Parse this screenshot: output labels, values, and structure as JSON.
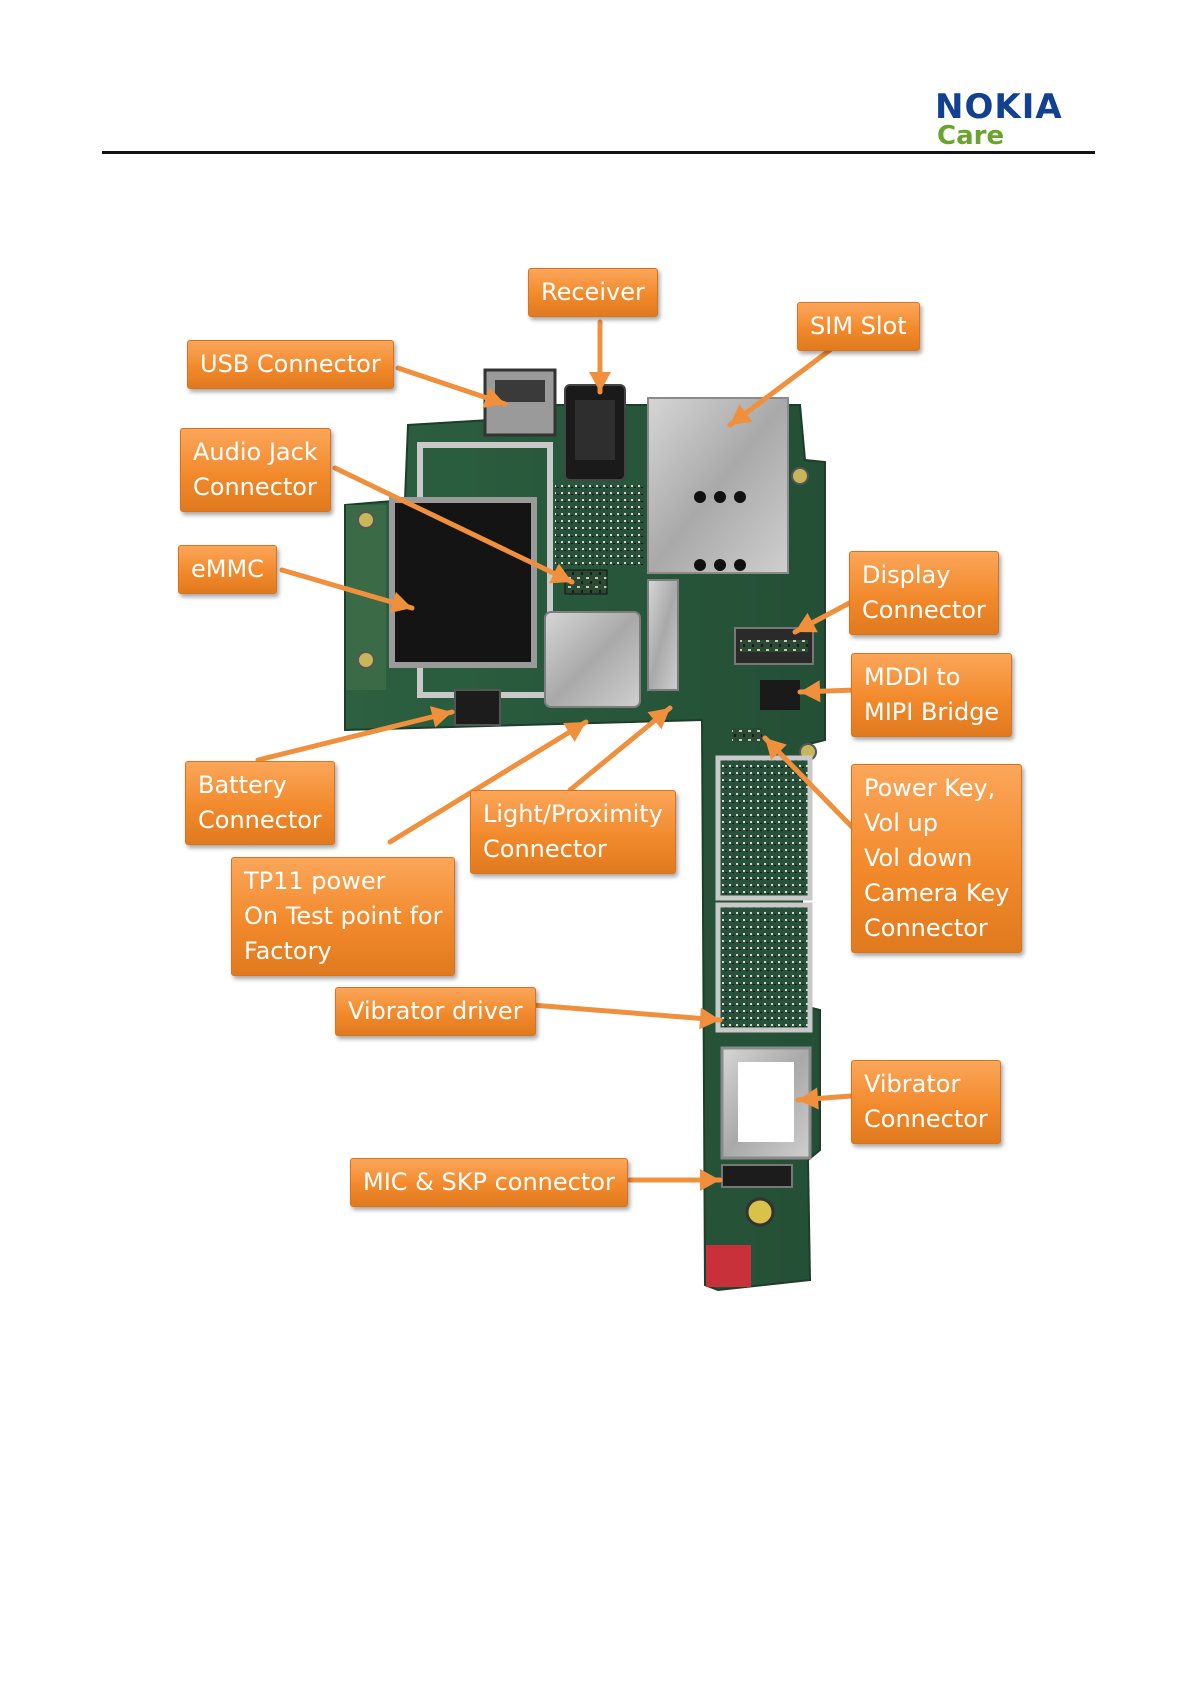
{
  "header": {
    "brand": "NOKIA",
    "subbrand": "Care"
  },
  "colors": {
    "callout": "#f28a2c",
    "arrow": "#f0903c",
    "board": "#2a5a38",
    "shield": "#b8b8b8",
    "brand_blue": "#124191",
    "brand_green": "#6aa42f"
  },
  "diagram": {
    "callouts": [
      {
        "id": "receiver",
        "lines": [
          "Receiver"
        ]
      },
      {
        "id": "sim-slot",
        "lines": [
          "SIM Slot"
        ]
      },
      {
        "id": "usb-connector",
        "lines": [
          "USB Connector"
        ]
      },
      {
        "id": "audio-jack-connector",
        "lines": [
          "Audio Jack",
          "Connector"
        ]
      },
      {
        "id": "emmc",
        "lines": [
          "eMMC"
        ]
      },
      {
        "id": "display-connector",
        "lines": [
          "Display",
          "Connector"
        ]
      },
      {
        "id": "mddi-to-mipi-bridge",
        "lines": [
          "MDDI to",
          "MIPI Bridge"
        ]
      },
      {
        "id": "battery-connector",
        "lines": [
          "Battery",
          "Connector"
        ]
      },
      {
        "id": "light-proximity-connector",
        "lines": [
          "Light/Proximity",
          "Connector"
        ]
      },
      {
        "id": "power-key-connector",
        "lines": [
          "Power Key,",
          "Vol up",
          "Vol down",
          "Camera Key",
          "Connector"
        ]
      },
      {
        "id": "tp11-power",
        "lines": [
          "TP11  power",
          "On Test point for",
          "Factory"
        ]
      },
      {
        "id": "vibrator-driver",
        "lines": [
          "Vibrator driver"
        ]
      },
      {
        "id": "vibrator-connector",
        "lines": [
          "Vibrator",
          "Connector"
        ]
      },
      {
        "id": "mic-skp-connector",
        "lines": [
          "MIC & SKP connector"
        ]
      }
    ]
  }
}
